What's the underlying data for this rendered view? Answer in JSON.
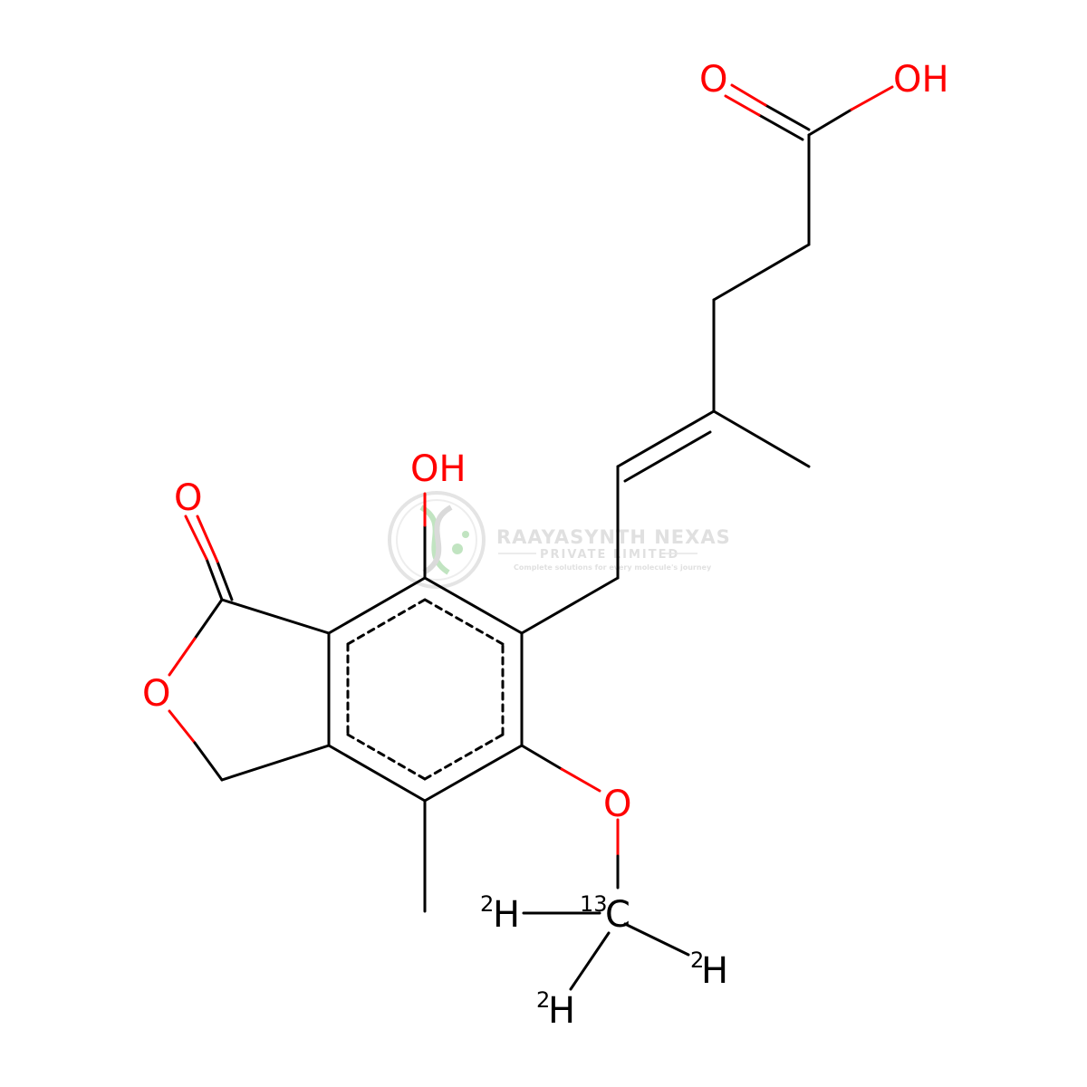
{
  "colors": {
    "bond": "#000000",
    "oxygen": "#ff0000",
    "carbon_label": "#000000",
    "watermark": "#d3d3d3",
    "watermark_accent": "#a6d5a6",
    "background": "#ffffff"
  },
  "labels": {
    "acid_carbonyl_o": "O",
    "acid_oh": "OH",
    "phenol_oh": "OH",
    "lactone_carbonyl_o": "O",
    "ring_o": "O",
    "methoxy_o": "O",
    "c13": "C",
    "c13_mass": "13",
    "d_left": "H",
    "d_left_mass": "2",
    "d_right": "H",
    "d_right_mass": "2",
    "d_bottom": "H",
    "d_bottom_mass": "2"
  },
  "watermark": {
    "company": "RAAYASYNTH NEXAS",
    "subtitle": "PRIVATE LIMITED",
    "tagline": "Complete solutions for every molecule's journey",
    "logo_icon": "dna-helix-logo-icon"
  }
}
